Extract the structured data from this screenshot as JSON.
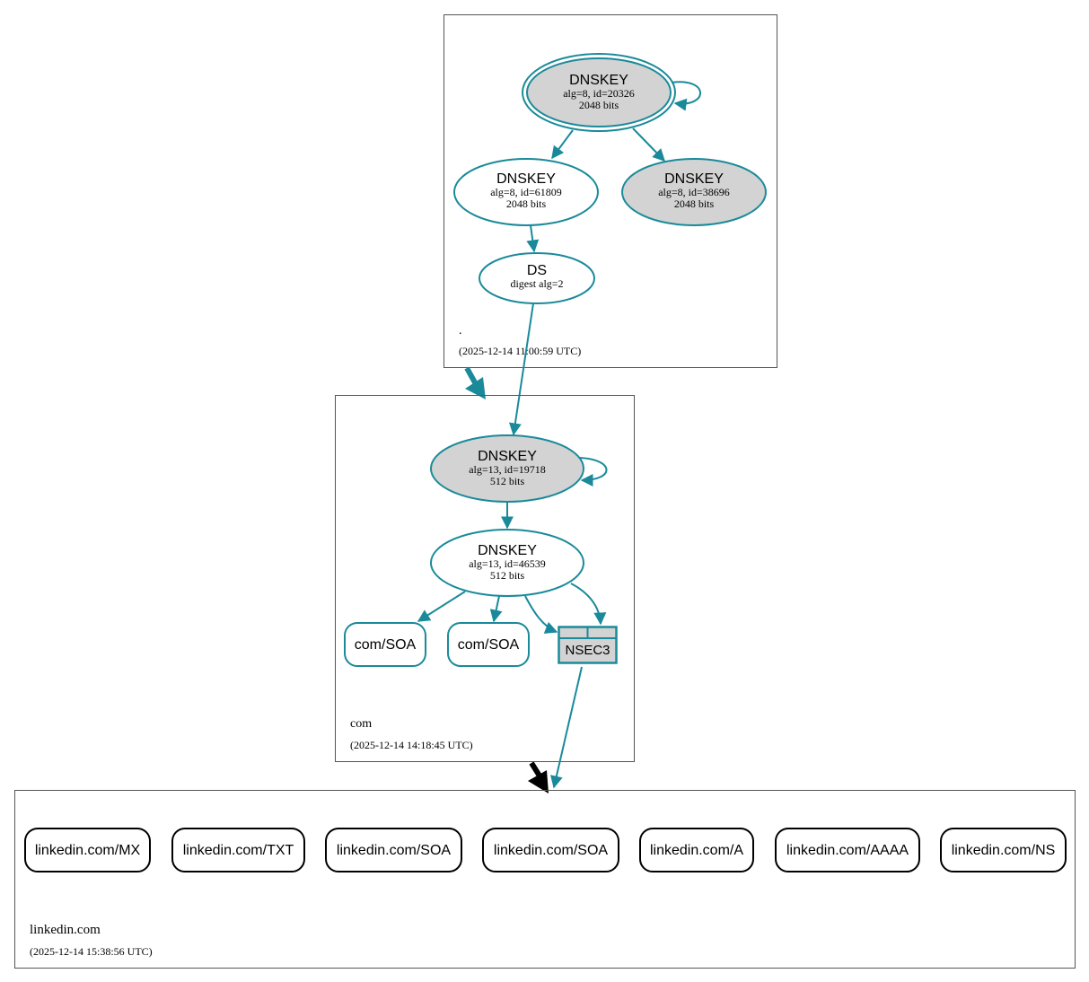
{
  "colors": {
    "edge": "#1a8a9a",
    "node_fill_gray": "#d3d3d3",
    "zone_border": "#555555",
    "black": "#000000"
  },
  "root_zone": {
    "name": ".",
    "timestamp": "(2025-12-14 11:00:59 UTC)",
    "ksk": {
      "title": "DNSKEY",
      "line1": "alg=8, id=20326",
      "line2": "2048 bits"
    },
    "zsk": {
      "title": "DNSKEY",
      "line1": "alg=8, id=61809",
      "line2": "2048 bits"
    },
    "key3": {
      "title": "DNSKEY",
      "line1": "alg=8, id=38696",
      "line2": "2048 bits"
    },
    "ds": {
      "title": "DS",
      "line1": "digest alg=2"
    }
  },
  "com_zone": {
    "name": "com",
    "timestamp": "(2025-12-14 14:18:45 UTC)",
    "ksk": {
      "title": "DNSKEY",
      "line1": "alg=13, id=19718",
      "line2": "512 bits"
    },
    "zsk": {
      "title": "DNSKEY",
      "line1": "alg=13, id=46539",
      "line2": "512 bits"
    },
    "soa1": "com/SOA",
    "soa2": "com/SOA",
    "nsec3": "NSEC3"
  },
  "linkedin_zone": {
    "name": "linkedin.com",
    "timestamp": "(2025-12-14 15:38:56 UTC)",
    "records": [
      "linkedin.com/MX",
      "linkedin.com/TXT",
      "linkedin.com/SOA",
      "linkedin.com/SOA",
      "linkedin.com/A",
      "linkedin.com/AAAA",
      "linkedin.com/NS"
    ]
  }
}
